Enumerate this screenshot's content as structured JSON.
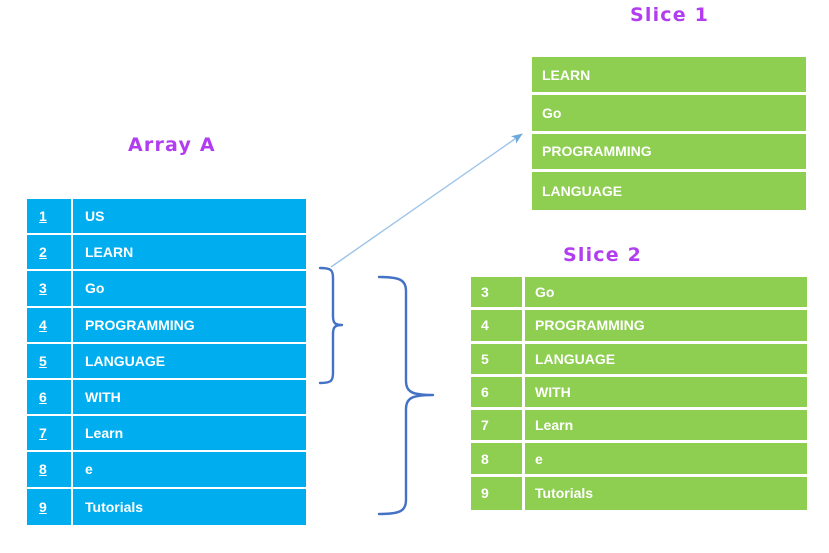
{
  "diagram": {
    "title_array": "Array A",
    "title_slice_1": "Slice 1",
    "title_slice_2": "Slice 2",
    "colors": {
      "array_fill": "#00aeef",
      "slice_fill": "#8ece50",
      "title_text": "#b23df0",
      "cell_text": "#ffffff",
      "brace_stroke": "#4472c4",
      "arrow_stroke": "#7fb2e5"
    }
  },
  "array_a": {
    "name": "Array A",
    "rows": [
      {
        "index": "1",
        "value": "US"
      },
      {
        "index": "2",
        "value": "LEARN"
      },
      {
        "index": "3",
        "value": "Go"
      },
      {
        "index": "4",
        "value": "PROGRAMMING"
      },
      {
        "index": "5",
        "value": "LANGUAGE"
      },
      {
        "index": "6",
        "value": "WITH"
      },
      {
        "index": "7",
        "value": "Learn"
      },
      {
        "index": "8",
        "value": "e"
      },
      {
        "index": "9",
        "value": "Tutorials"
      }
    ]
  },
  "slice_1": {
    "name": "Slice 1",
    "rows": [
      {
        "value": "LEARN"
      },
      {
        "value": "Go"
      },
      {
        "value": "PROGRAMMING"
      },
      {
        "value": "LANGUAGE"
      }
    ]
  },
  "slice_2": {
    "name": "Slice 2",
    "rows": [
      {
        "index": "3",
        "value": "Go"
      },
      {
        "index": "4",
        "value": "PROGRAMMING"
      },
      {
        "index": "5",
        "value": "LANGUAGE"
      },
      {
        "index": "6",
        "value": "WITH"
      },
      {
        "index": "7",
        "value": "Learn"
      },
      {
        "index": "8",
        "value": "e"
      },
      {
        "index": "9",
        "value": "Tutorials"
      }
    ]
  }
}
